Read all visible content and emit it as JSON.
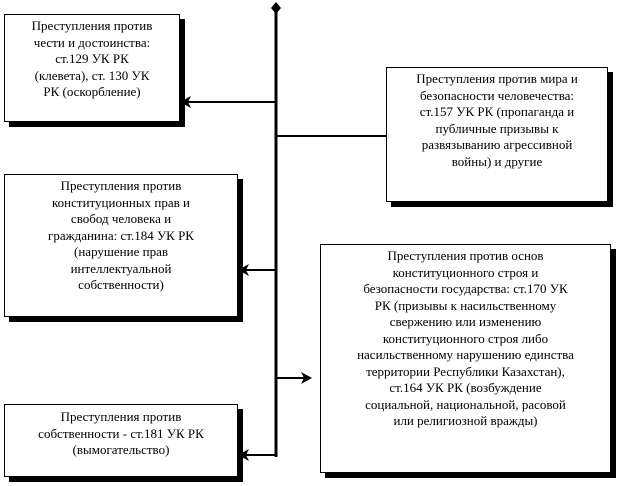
{
  "diagram": {
    "boxes": [
      {
        "id": "honor",
        "side": "left",
        "text": "Преступления против\nчести и достоинства:\nст.129 УК РК\n(клевета), ст. 130 УК\nРК (оскорбление)"
      },
      {
        "id": "peace",
        "side": "right",
        "text": "Преступления против мира и\nбезопасности человечества:\nст.157 УК РК (пропаганда и\nпубличные призывы к\nразвязыванию агрессивной\nвойны) и другие"
      },
      {
        "id": "constitutional-rights",
        "side": "left",
        "text": "Преступления против\nконституционных прав и\nсвобод человека и\nгражданина: ст.184 УК РК\n(нарушение прав\nинтеллектуальной\nсобственности)"
      },
      {
        "id": "constitutional-order",
        "side": "right",
        "text": "Преступления против основ\nконституционного строя и\nбезопасности государства: ст.170 УК\nРК (призывы к насильственному\nсвержению или изменению\nконституционного строя либо\nнасильственному нарушению единства\nтерритории Республики Казахстан),\nст.164 УК РК (возбуждение\nсоциальной, национальной, расовой\nили религиозной вражды)"
      },
      {
        "id": "property",
        "side": "left",
        "text": "Преступления против\nсобственности - ст.181 УК РК\n(вымогательство)"
      }
    ]
  }
}
